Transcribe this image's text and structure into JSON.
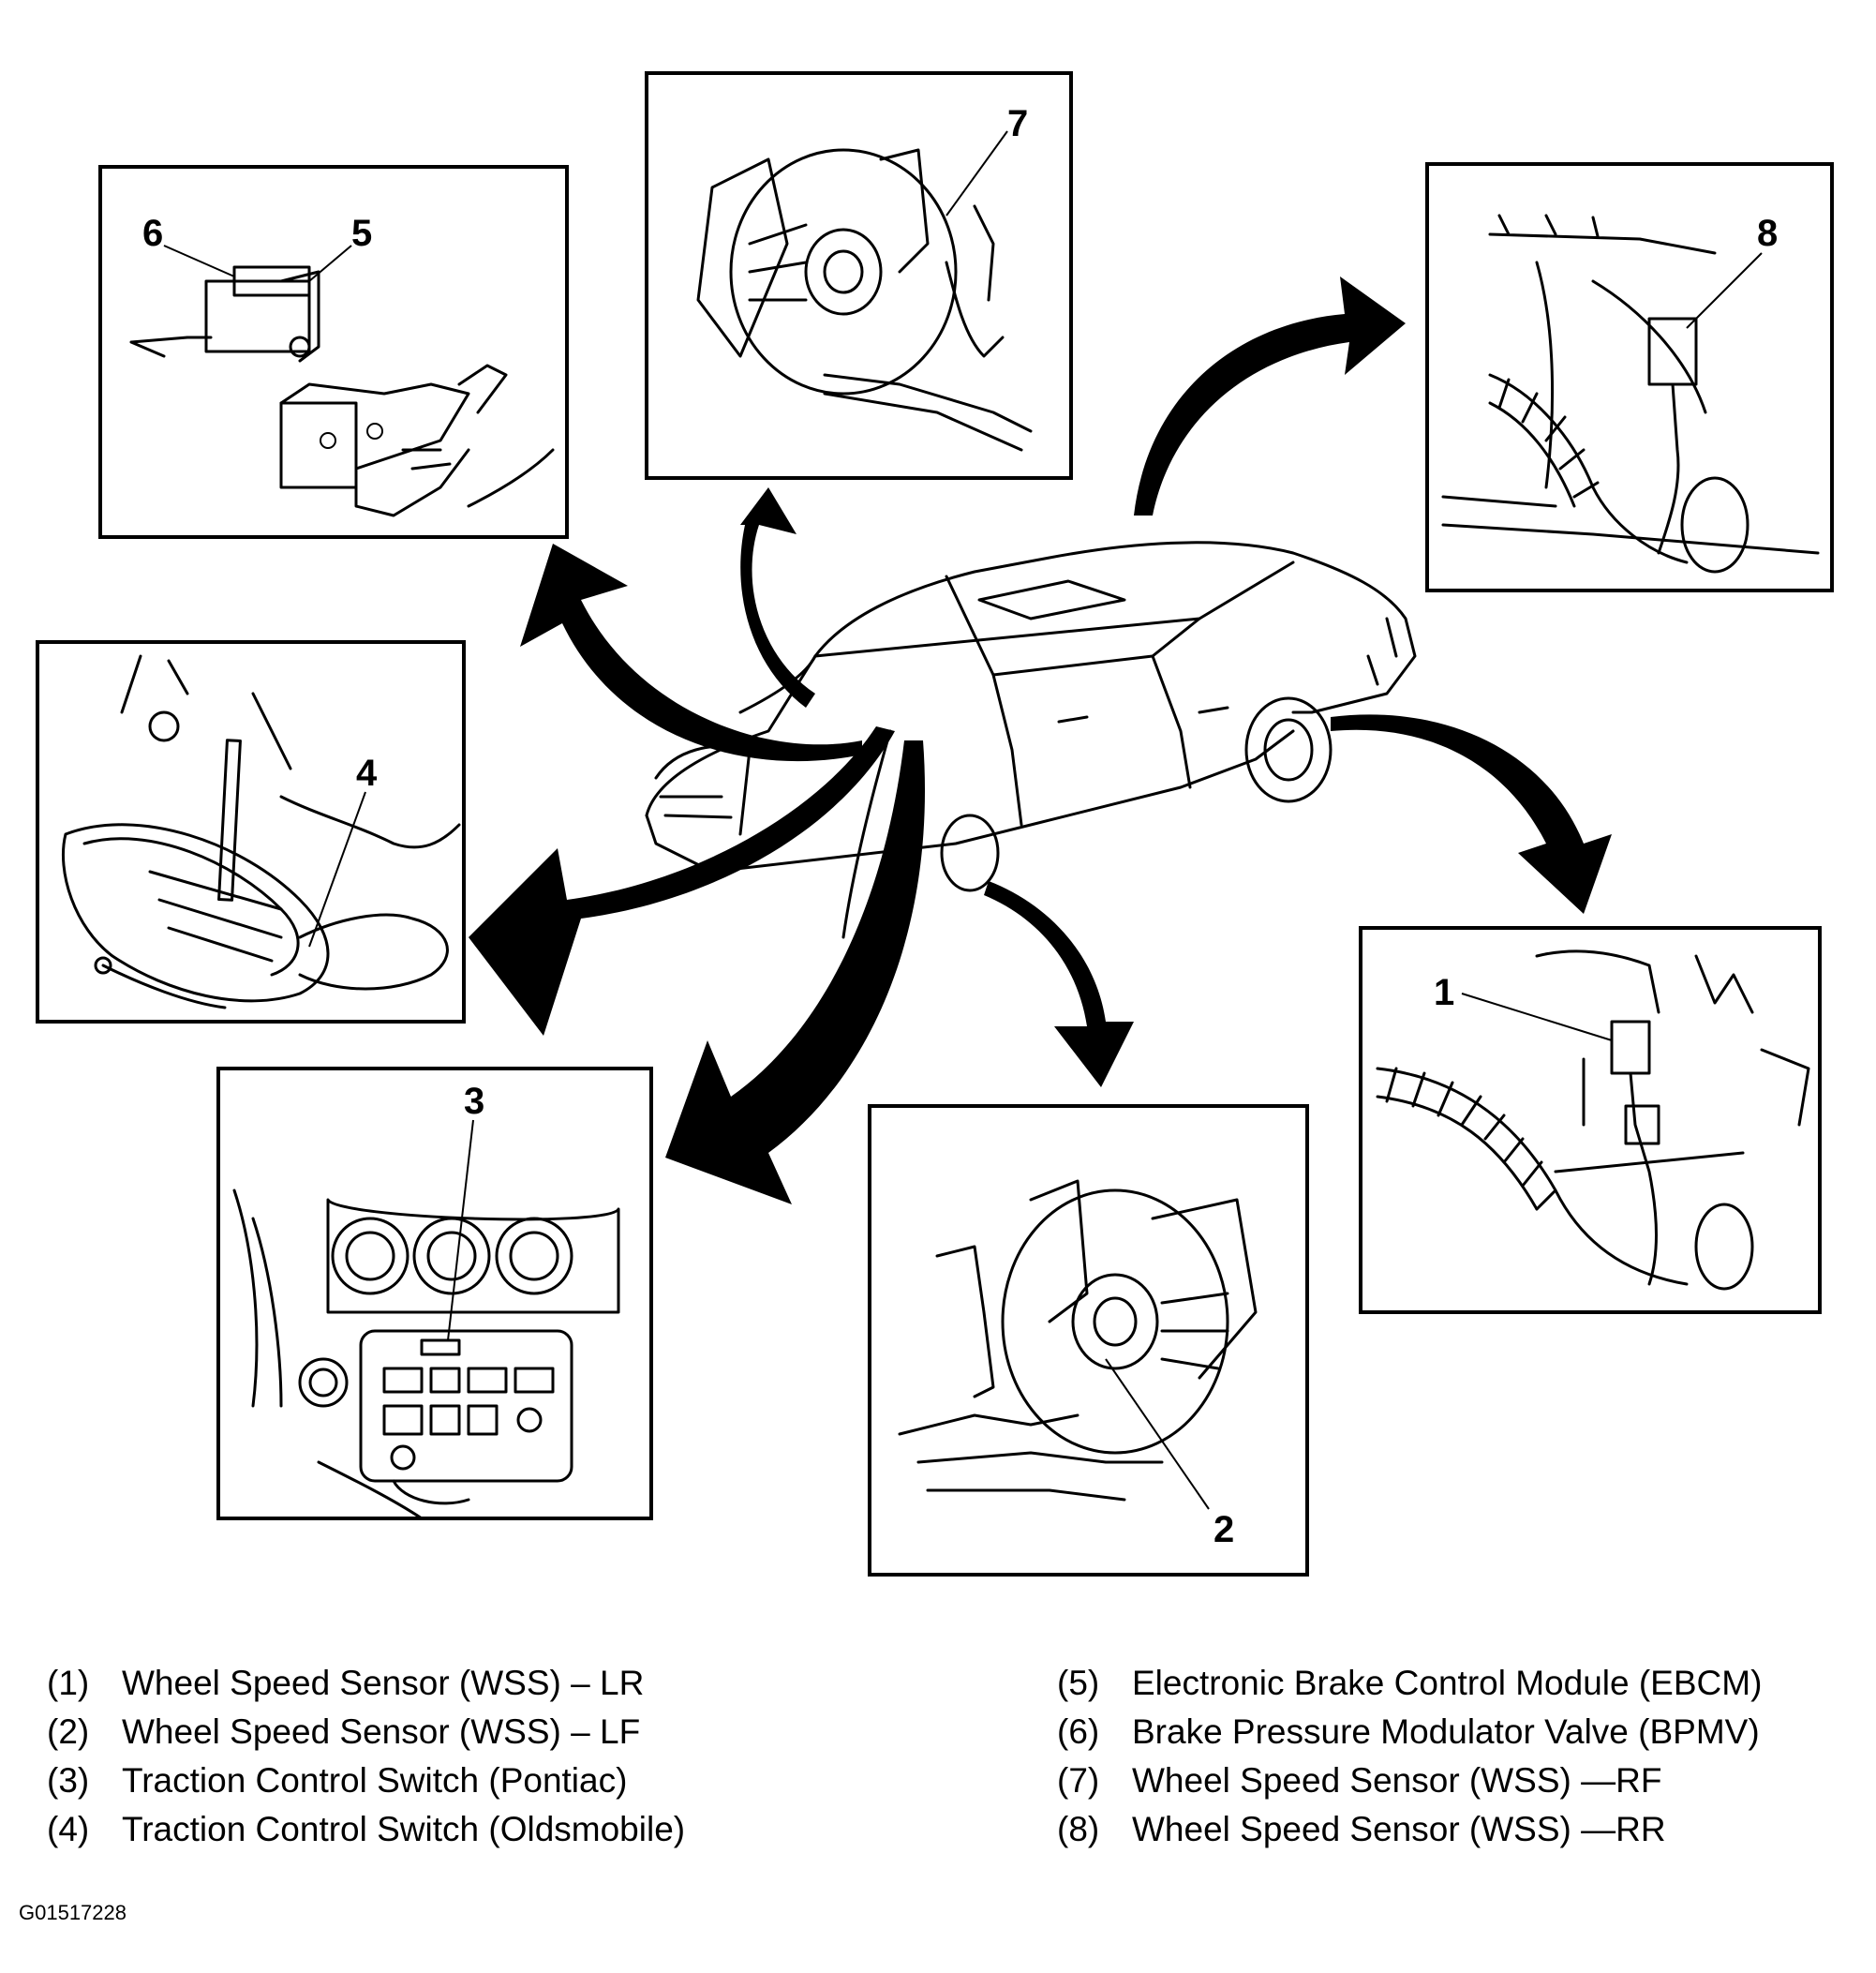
{
  "callouts": [
    "1",
    "2",
    "3",
    "4",
    "5",
    "6",
    "7",
    "8"
  ],
  "legend": [
    {
      "num": "(1)",
      "text": "Wheel Speed Sensor (WSS) – LR"
    },
    {
      "num": "(2)",
      "text": "Wheel Speed Sensor (WSS) – LF"
    },
    {
      "num": "(3)",
      "text": "Traction Control Switch (Pontiac)"
    },
    {
      "num": "(4)",
      "text": "Traction Control Switch (Oldsmobile)"
    },
    {
      "num": "(5)",
      "text": "Electronic Brake Control Module (EBCM)"
    },
    {
      "num": "(6)",
      "text": "Brake Pressure Modulator Valve (BPMV)"
    },
    {
      "num": "(7)",
      "text": "Wheel Speed Sensor (WSS) —RF"
    },
    {
      "num": "(8)",
      "text": "Wheel Speed Sensor (WSS) —RR"
    }
  ],
  "figure_id": "G01517228",
  "colors": {
    "ink": "#000000",
    "paper": "#ffffff"
  }
}
